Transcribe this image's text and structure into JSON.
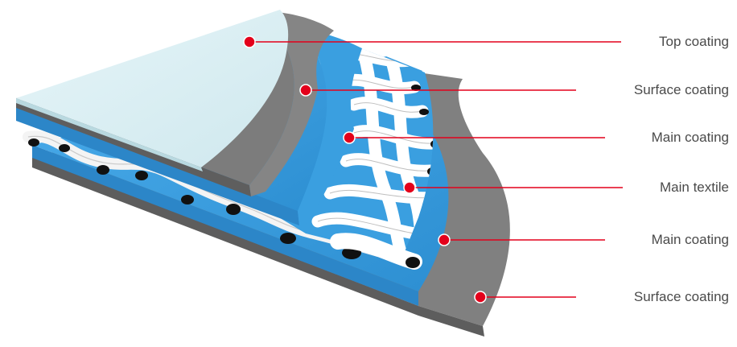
{
  "colors": {
    "top_coating": "#dff1f4",
    "surface_coating": "#7a7a7a",
    "main_coating": "#3a9fe0",
    "main_textile": "#ffffff",
    "marker": "#e3001b",
    "leader": "#e3001b",
    "text": "#4a4a4a"
  },
  "labels": [
    {
      "text": "Top coating",
      "icon": "red-dot-marker"
    },
    {
      "text": "Surface coating",
      "icon": "red-dot-marker"
    },
    {
      "text": "Main coating",
      "icon": "red-dot-marker"
    },
    {
      "text": "Main textile",
      "icon": "red-dot-marker"
    },
    {
      "text": "Main coating",
      "icon": "red-dot-marker"
    },
    {
      "text": "Surface coating",
      "icon": "red-dot-marker"
    }
  ]
}
